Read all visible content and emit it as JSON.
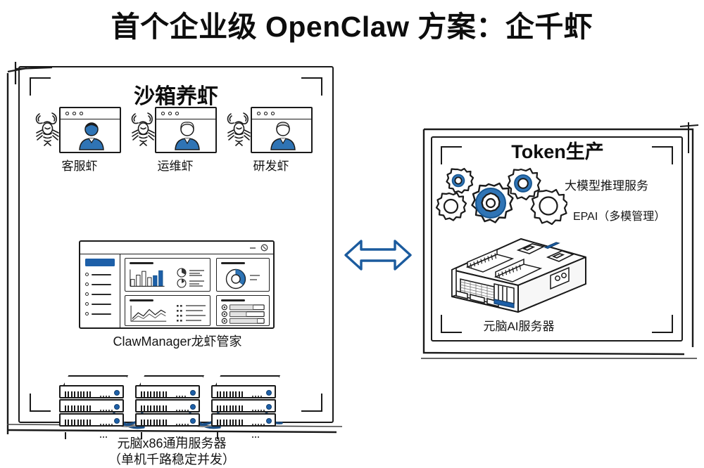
{
  "title": "首个企业级 OpenClaw 方案：企千虾",
  "colors": {
    "accent_blue": "#1d5fa8",
    "ink": "#1a1a1a",
    "background": "#ffffff",
    "arrow_blue": "#1b5b9e"
  },
  "left_panel": {
    "title": "沙箱养虾",
    "agents": [
      {
        "label": "客服虾",
        "icon": "lobster-icon",
        "window_icon": "user-avatar-window-icon"
      },
      {
        "label": "运维虾",
        "icon": "lobster-icon",
        "window_icon": "user-avatar-window-icon"
      },
      {
        "label": "研发虾",
        "icon": "lobster-icon",
        "window_icon": "user-avatar-window-icon"
      }
    ],
    "dashboard": {
      "caption": "ClawManager龙虾管家",
      "sidebar_rows": 5,
      "cards": [
        "bar-chart-card",
        "donut-chart-card",
        "line-chart-card",
        "progress-list-card"
      ]
    },
    "servers": {
      "caption_line1": "元脑x86通用服务器",
      "caption_line2": "（单机千路稳定并发）",
      "count": 3,
      "units_per_rack": 3
    }
  },
  "center": {
    "arrow": "bidirectional-arrow-icon"
  },
  "right_panel": {
    "title": "Token生产",
    "gears_icon": "gears-icon",
    "label_1": "大模型推理服务",
    "label_2": "EPAI（多模管理）",
    "ai_server": {
      "icon": "ai-server-icon",
      "caption": "元脑AI服务器"
    }
  }
}
